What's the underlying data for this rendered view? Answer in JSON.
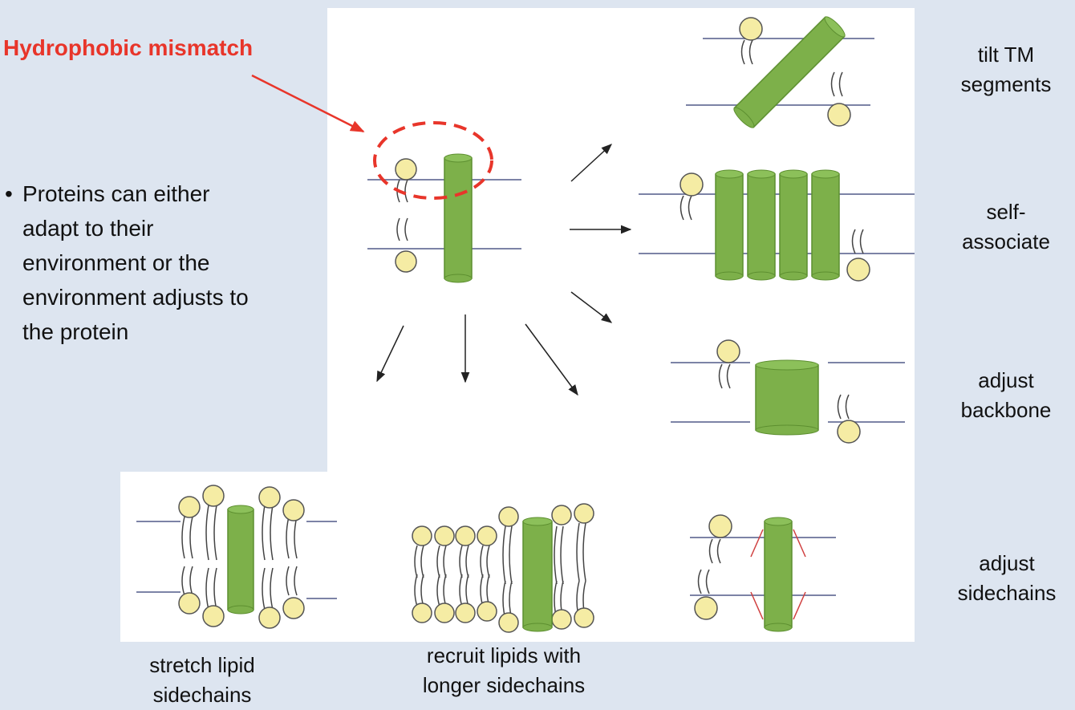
{
  "title": "Hydrophobic mismatch",
  "bullet": {
    "marker": "•",
    "text": "Proteins can either adapt to their environment or the environment adjusts to the protein"
  },
  "labels": {
    "tilt": "tilt TM segments",
    "self_associate": "self-associate",
    "adjust_backbone": "adjust backbone",
    "adjust_sidechains": "adjust sidechains",
    "stretch": "stretch lipid sidechains",
    "recruit": "recruit lipids with longer sidechains"
  },
  "colors": {
    "title": "#e8352a",
    "helix": "#7db04a",
    "lipid_head": "#f5eca4",
    "membrane": "#7c83a6"
  }
}
